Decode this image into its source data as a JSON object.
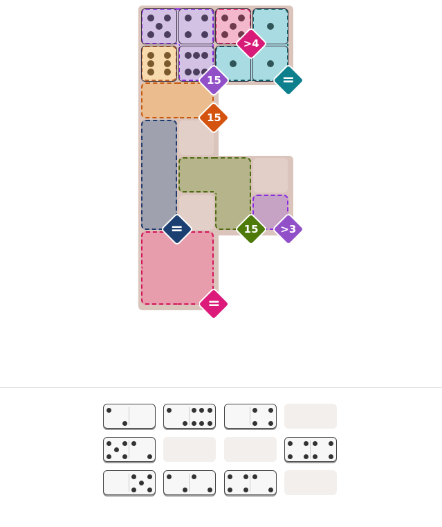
{
  "board": {
    "cells": [
      [
        0,
        0
      ],
      [
        0,
        1
      ],
      [
        0,
        2
      ],
      [
        0,
        3
      ],
      [
        1,
        0
      ],
      [
        1,
        1
      ],
      [
        1,
        2
      ],
      [
        1,
        3
      ],
      [
        2,
        0
      ],
      [
        2,
        1
      ],
      [
        3,
        0
      ],
      [
        3,
        1
      ],
      [
        4,
        0
      ],
      [
        4,
        1
      ],
      [
        4,
        2
      ],
      [
        4,
        3
      ],
      [
        5,
        0
      ],
      [
        5,
        1
      ],
      [
        5,
        2
      ],
      [
        5,
        3
      ],
      [
        6,
        0
      ],
      [
        6,
        1
      ],
      [
        7,
        0
      ],
      [
        7,
        1
      ]
    ],
    "regions": [
      {
        "cells": [
          [
            0,
            0
          ],
          [
            0,
            1
          ],
          [
            1,
            1
          ]
        ],
        "fill": "#d3c2e4",
        "border": "#8a2be2",
        "badge": "15",
        "badge_color": "#9150c8",
        "badge_at": [
          1,
          1
        ]
      },
      {
        "cells": [
          [
            0,
            2
          ]
        ],
        "fill": "#f3b8cb",
        "border": "#d81b60",
        "badge": ">4",
        "badge_color": "#d81b78",
        "badge_at": [
          0,
          2
        ]
      },
      {
        "cells": [
          [
            0,
            3
          ],
          [
            1,
            2
          ],
          [
            1,
            3
          ]
        ],
        "fill": "#a9dce2",
        "border": "#0b5e66",
        "badge": "=",
        "badge_color": "#0e7f8c",
        "badge_at": [
          1,
          3
        ]
      },
      {
        "cells": [
          [
            1,
            0
          ]
        ],
        "fill": "#f7dbae",
        "border": "#c0632a",
        "badge": null
      },
      {
        "cells": [
          [
            2,
            0
          ],
          [
            2,
            1
          ]
        ],
        "fill": "#ebbd8e",
        "border": "#c85a10",
        "badge": "15",
        "badge_color": "#d4530e",
        "badge_at": [
          2,
          1
        ]
      },
      {
        "cells": [
          [
            3,
            0
          ],
          [
            4,
            0
          ],
          [
            5,
            0
          ]
        ],
        "fill": "#9fa2ae",
        "border": "#1e3a6e",
        "badge": "=",
        "badge_color": "#1b3f70",
        "badge_at": [
          5,
          0
        ]
      },
      {
        "cells": [
          [
            4,
            1
          ],
          [
            4,
            2
          ],
          [
            5,
            2
          ]
        ],
        "fill": "#b6b48b",
        "border": "#4f6a12",
        "badge": "15",
        "badge_color": "#4e7a0a",
        "badge_at": [
          5,
          2
        ]
      },
      {
        "cells": [
          [
            5,
            3
          ]
        ],
        "fill": "#c6a2c4",
        "border": "#8a2be2",
        "badge": ">3",
        "badge_color": "#9150c8",
        "badge_at": [
          5,
          3
        ]
      },
      {
        "cells": [
          [
            6,
            0
          ],
          [
            6,
            1
          ],
          [
            7,
            0
          ],
          [
            7,
            1
          ]
        ],
        "fill": "#e89dac",
        "border": "#d2145a",
        "badge": "=",
        "badge_color": "#dc1a7a",
        "badge_at": [
          7,
          1
        ]
      }
    ],
    "placed": [
      {
        "cell": [
          0,
          0
        ],
        "pips": 5,
        "pip_color": "#4b3d5c"
      },
      {
        "cell": [
          0,
          1
        ],
        "pips": 4,
        "pip_color": "#4b3d5c"
      },
      {
        "cell": [
          0,
          2
        ],
        "pips": 5,
        "pip_color": "#6e3a4c"
      },
      {
        "cell": [
          0,
          3
        ],
        "pips": 1,
        "pip_color": "#2f5558"
      },
      {
        "cell": [
          1,
          0
        ],
        "pips": 6,
        "pip_color": "#7a5a2c",
        "vertical": true
      },
      {
        "cell": [
          1,
          1
        ],
        "pips": 6,
        "pip_color": "#4b3d5c"
      },
      {
        "cell": [
          1,
          2
        ],
        "pips": 1,
        "pip_color": "#2f5558"
      },
      {
        "cell": [
          1,
          3
        ],
        "pips": 1,
        "pip_color": "#2f5558"
      }
    ]
  },
  "tray": [
    [
      2,
      0
    ],
    [
      2,
      6
    ],
    [
      0,
      4
    ],
    null,
    [
      5,
      2
    ],
    null,
    null,
    [
      4,
      4
    ],
    [
      0,
      5
    ],
    [
      2,
      2
    ],
    [
      4,
      2
    ],
    null
  ]
}
